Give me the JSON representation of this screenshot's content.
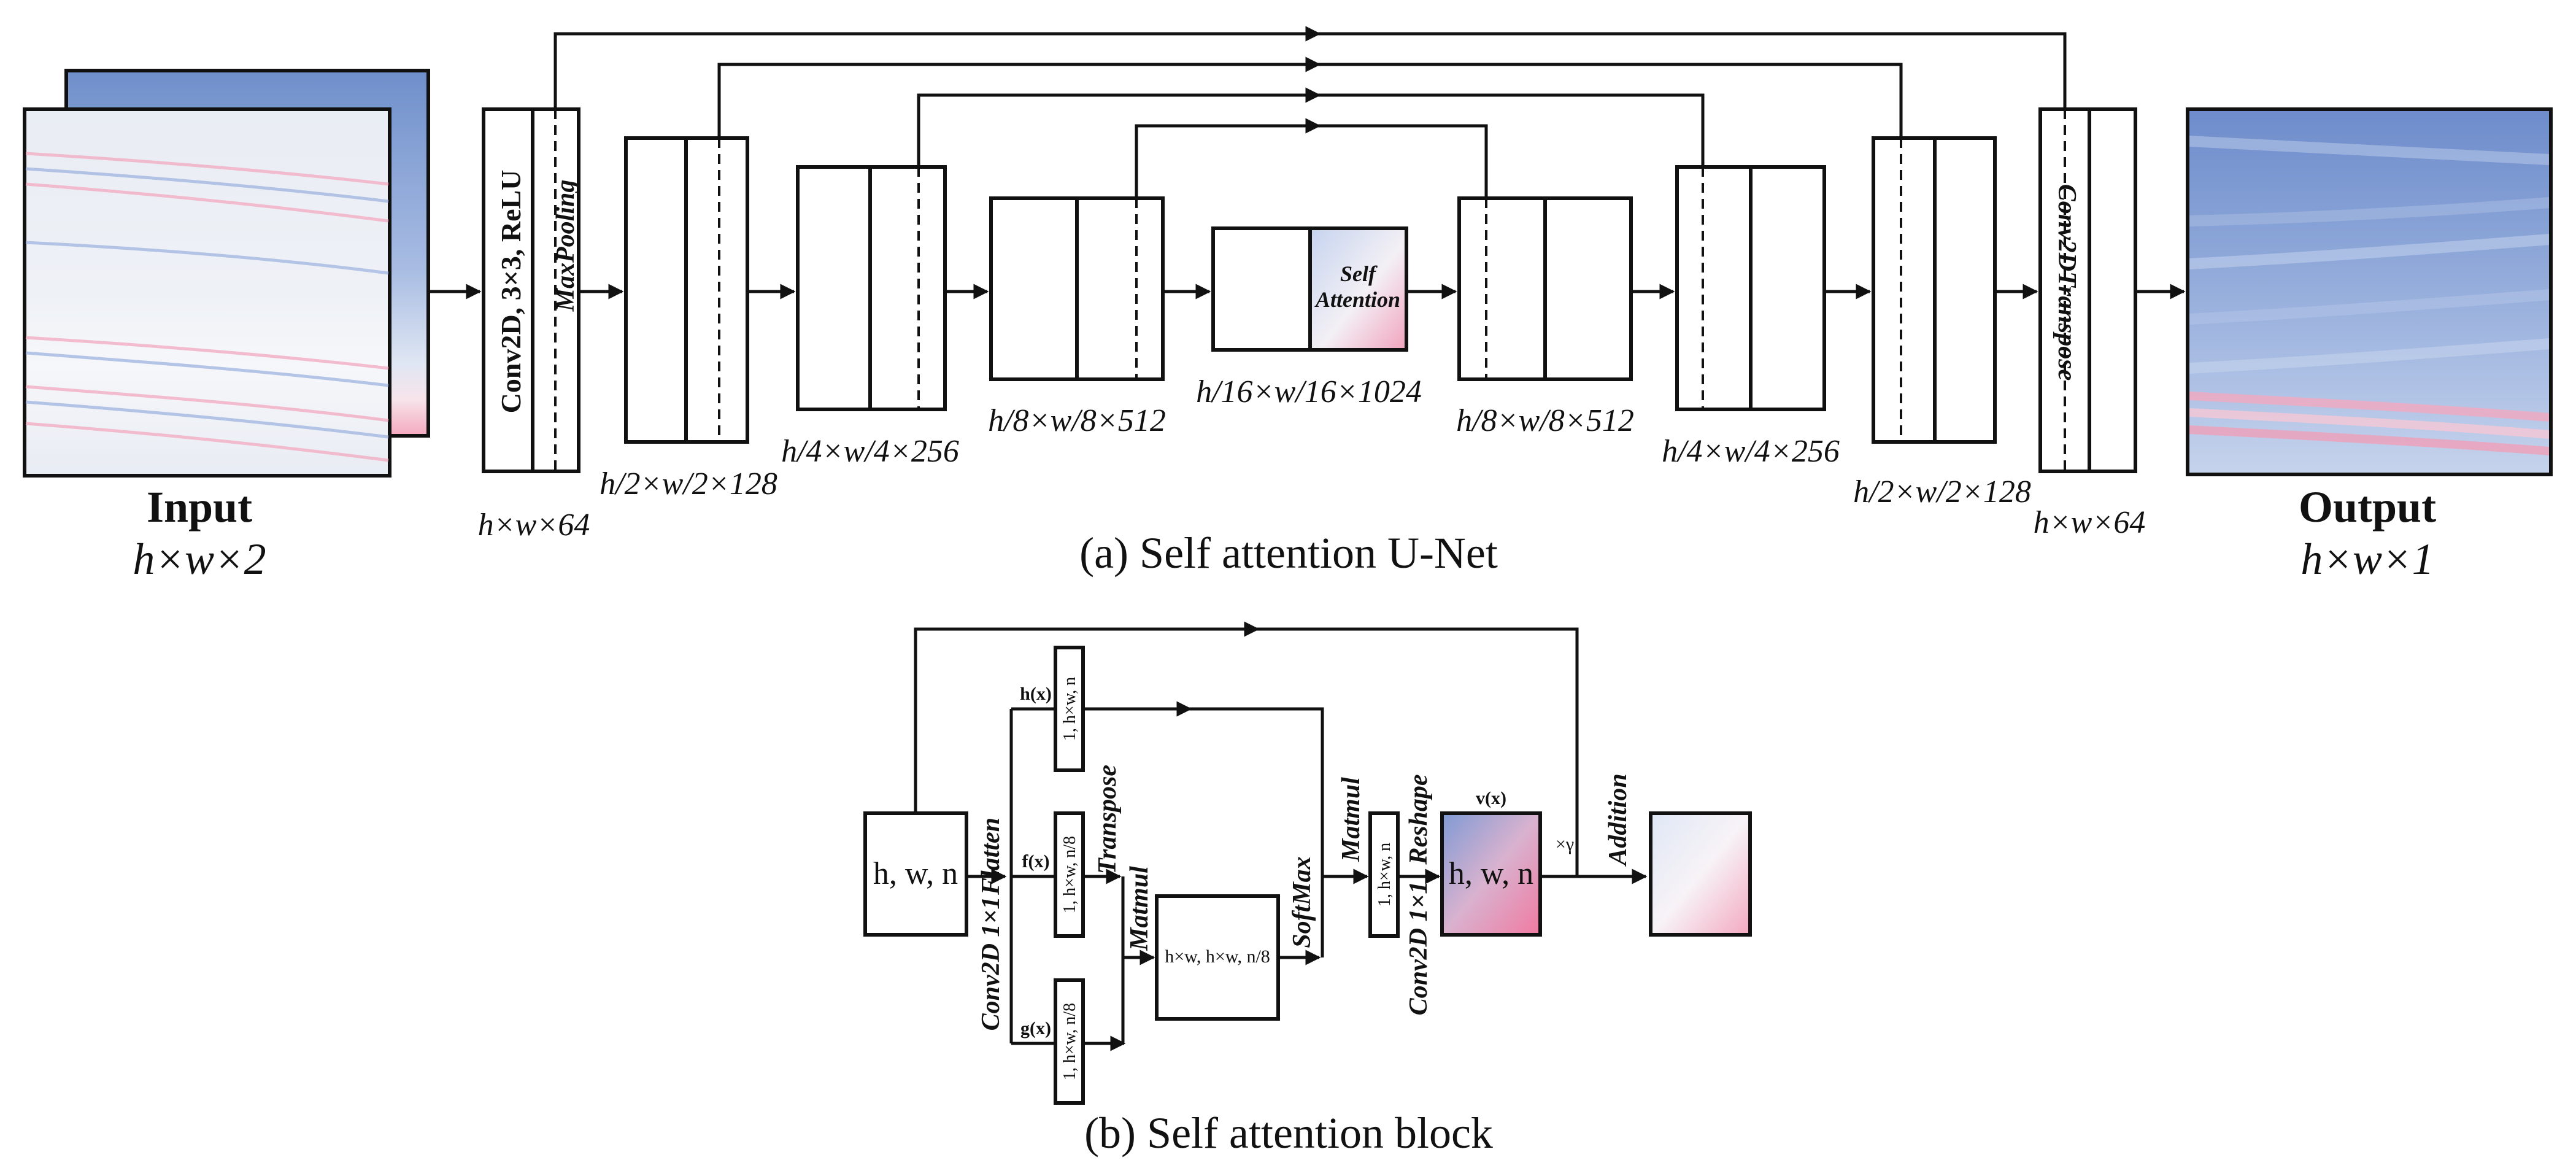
{
  "unet": {
    "input_title": "Input",
    "input_dims": "h×w×2",
    "output_title": "Output",
    "output_dims": "h×w×1",
    "conv_label": "Conv2D, 3×3, ReLU",
    "maxpool_label": "MaxPooling",
    "transpose_label": "Conv2DTranspose",
    "self_attention_line1": "Self",
    "self_attention_line2": "Attention",
    "dims": {
      "enc1": "h×w×64",
      "enc2": "h/2×w/2×128",
      "enc3": "h/4×w/4×256",
      "enc4": "h/8×w/8×512",
      "bottleneck": "h/16×w/16×1024",
      "dec4": "h/8×w/8×512",
      "dec3": "h/4×w/4×256",
      "dec2": "h/2×w/2×128",
      "dec1": "h×w×64"
    },
    "caption": "(a) Self attention U-Net"
  },
  "attention_block": {
    "input_box": "h, w, n",
    "flatten": "Flatten",
    "conv1x1_a": "Conv2D 1×1",
    "hx": "h(x)",
    "fx": "f(x)",
    "gx": "g(x)",
    "h_vec": "1, h×w, n",
    "f_vec": "1, h×w, n/8",
    "g_vec": "1, h×w, n/8",
    "transpose": "Transpose",
    "matmul_a": "Matmul",
    "attn_map": "h×w, h×w, n/8",
    "softmax": "SoftMax",
    "matmul_b": "Matmul",
    "out_vec": "1, h×w, n",
    "reshape": "Reshape",
    "conv1x1_b": "Conv2D 1×1",
    "vx": "v(x)",
    "v_box": "h, w, n",
    "gamma": "×γ",
    "addition": "Addition",
    "caption": "(b) Self attention block"
  },
  "colors": {
    "blue": "#6f8fcb",
    "light_blue": "#b6c7e6",
    "pink": "#ee9ab5",
    "near_white": "#eef1f6",
    "line": "#111111"
  }
}
